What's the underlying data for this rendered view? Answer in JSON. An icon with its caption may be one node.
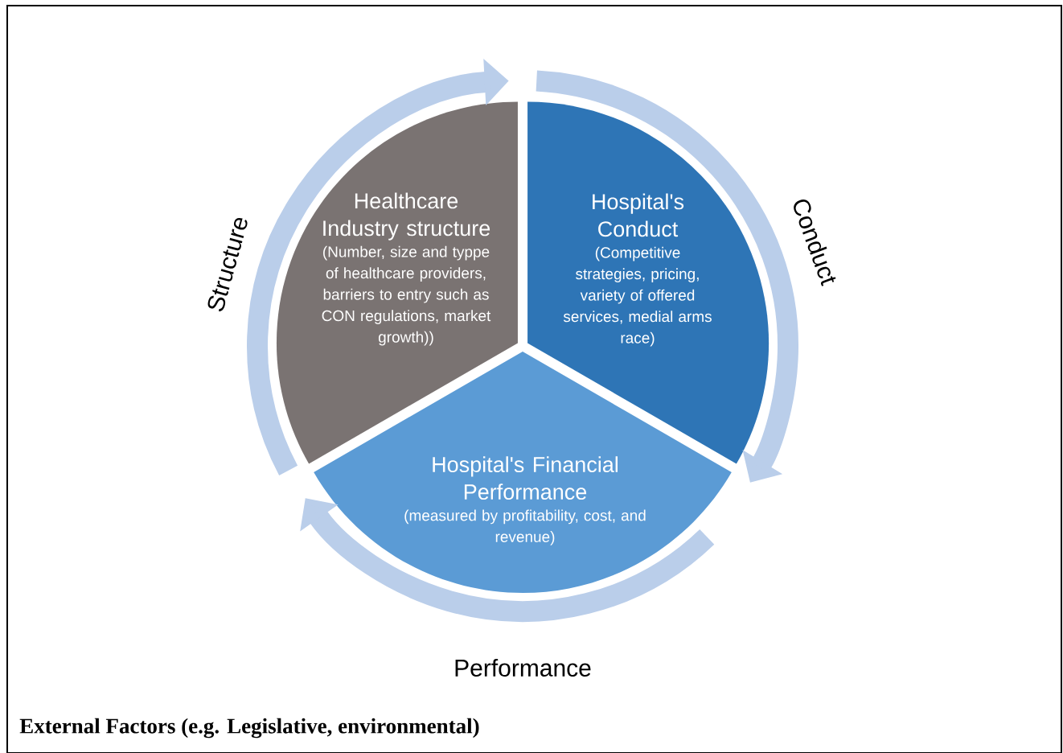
{
  "diagram": {
    "nodes": [
      {
        "text": [
          "Healthcare Industry structure",
          "(Number, size and typpe of healthcare providers, barriers to entry such as CON regulations, market growth))"
        ]
      },
      {
        "text": [
          "Hospital's Conduct",
          "(Competitive strategies, pricing, variety of offered services, medial arms race)"
        ]
      },
      {
        "text": [
          "Hospital's Financial Performance",
          "(measured by profitability, cost, and revenue)"
        ]
      }
    ],
    "labels": [
      "Structure",
      "Conduct",
      "Performance",
      "External Factors (e.g. Legislative, environmental)"
    ]
  }
}
